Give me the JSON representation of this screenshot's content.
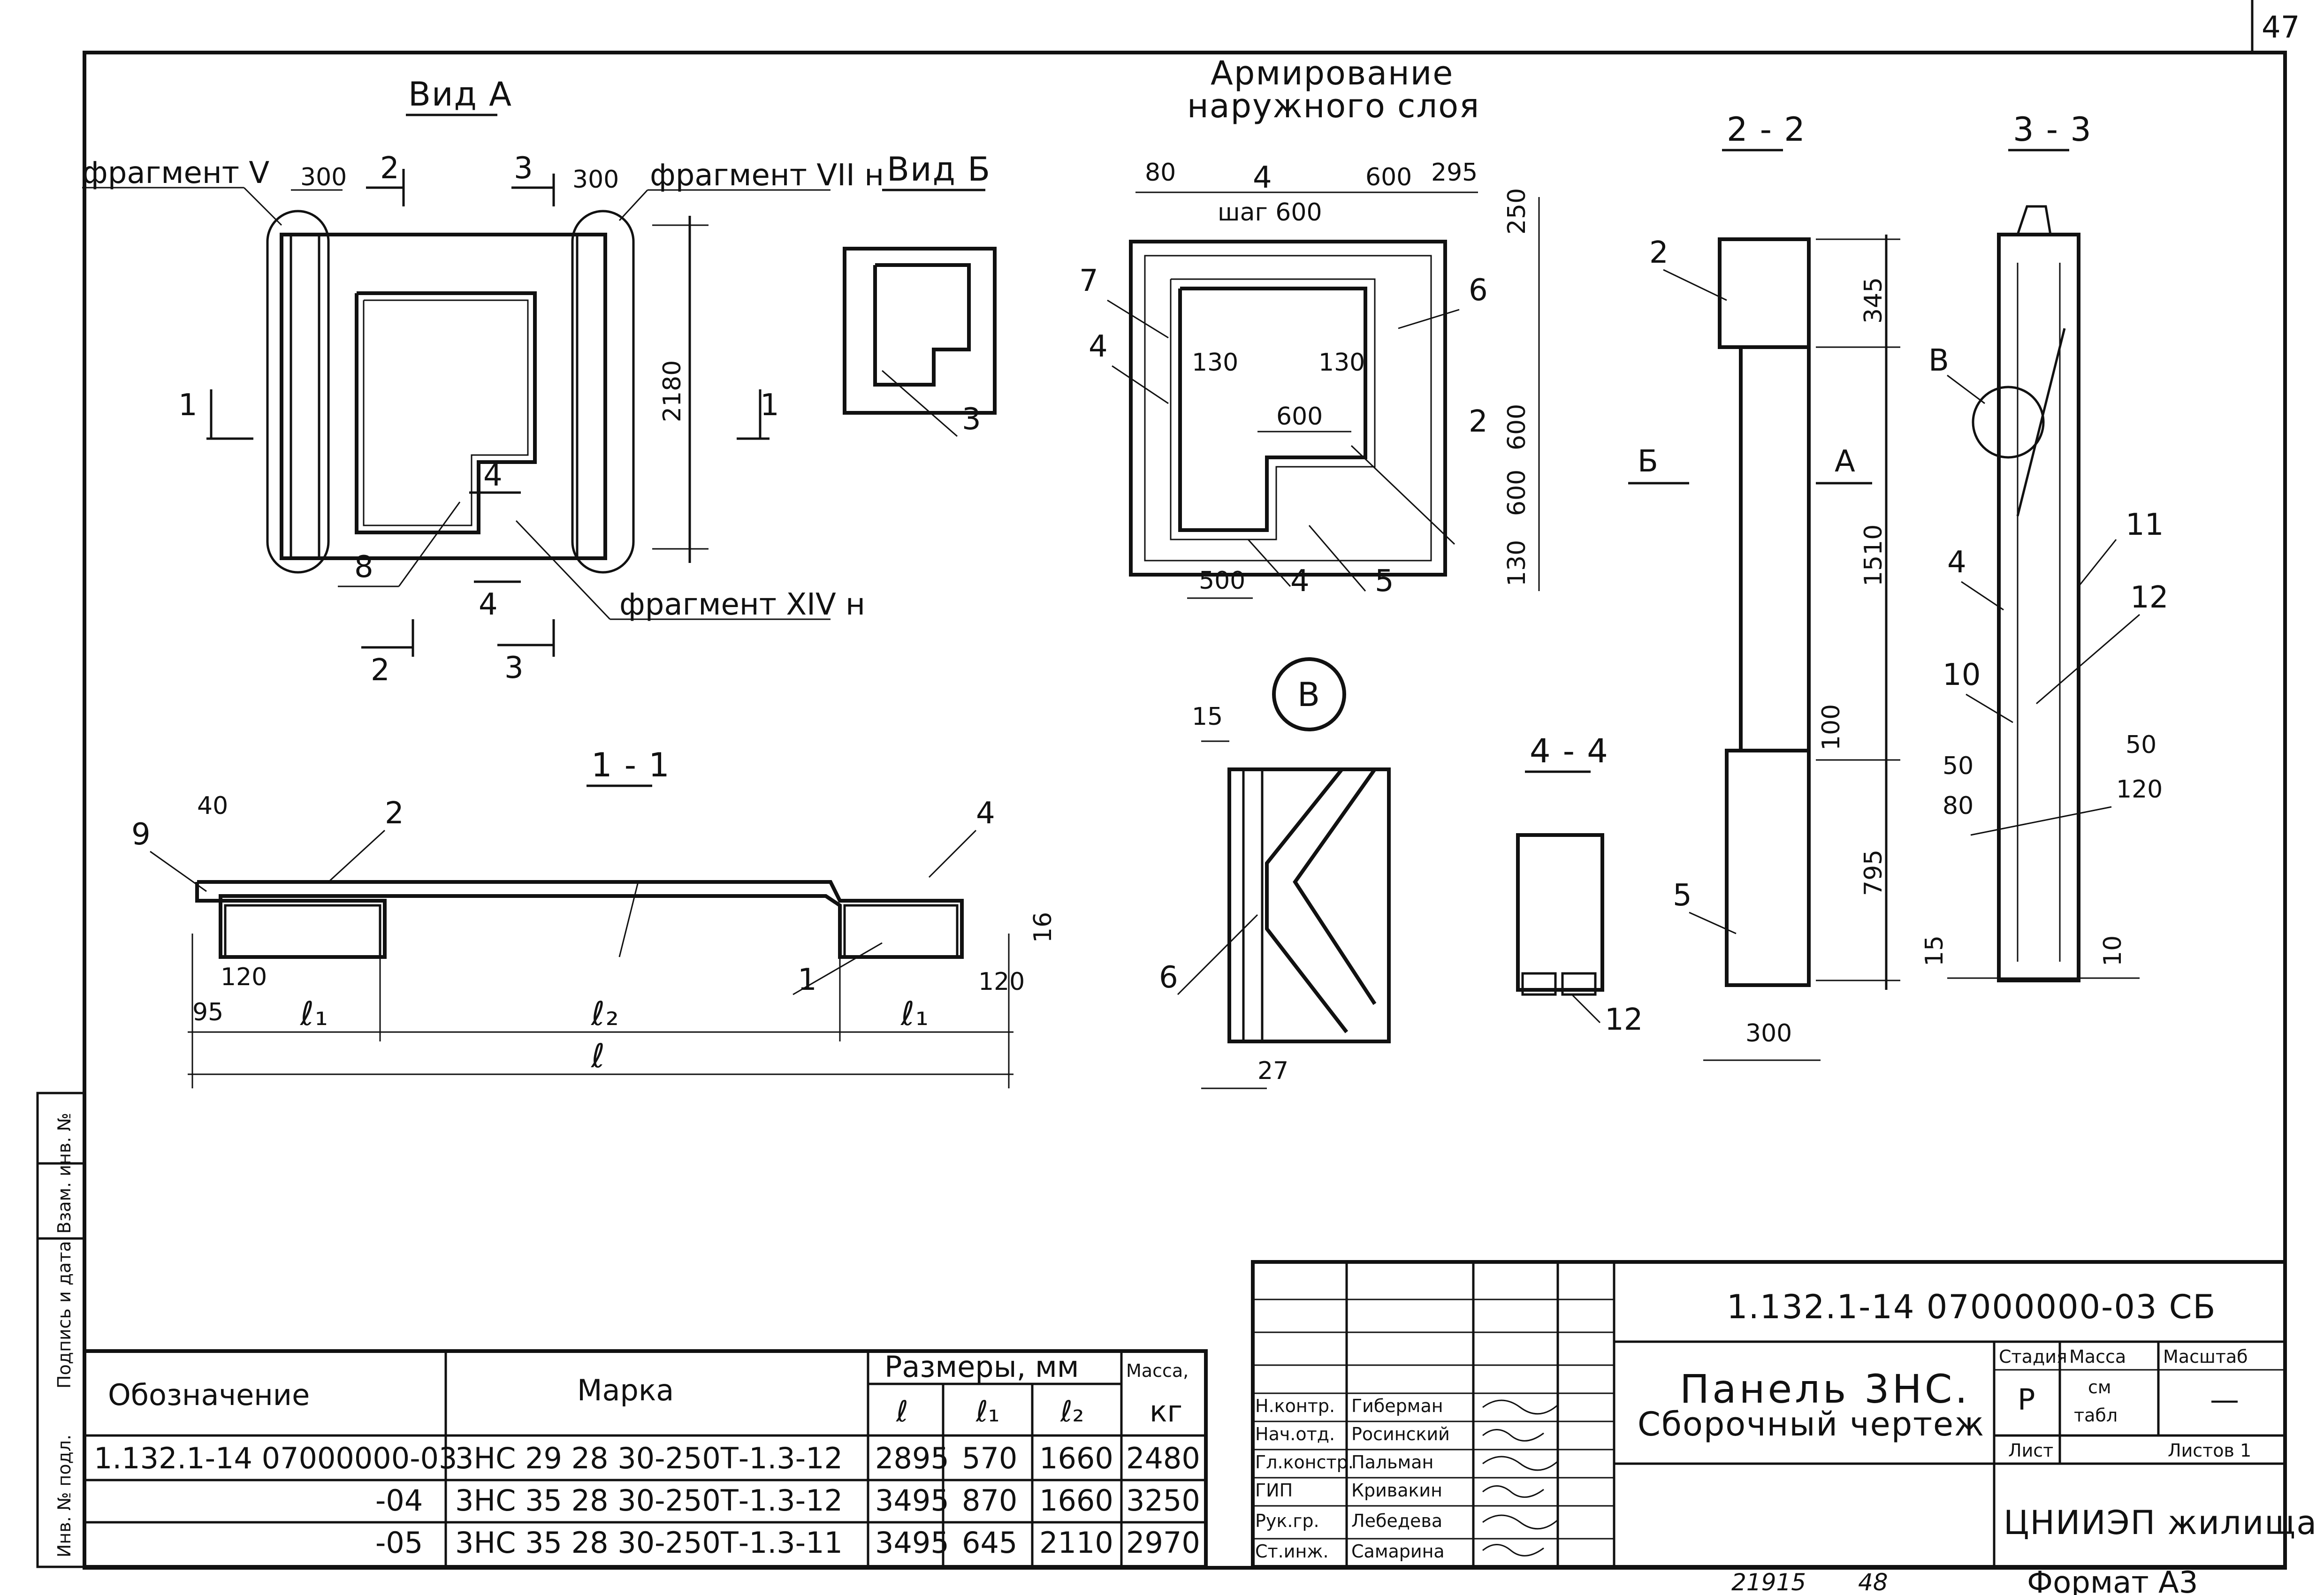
{
  "page_number": "47",
  "views": {
    "vid_a": "Вид А",
    "vid_b": "Вид Б",
    "armirovanie_line1": "Армирование",
    "armirovanie_line2": "наружного слоя",
    "sec_1_1": "1 - 1",
    "sec_2_2": "2 - 2",
    "sec_3_3": "3 - 3",
    "sec_4_4": "4 - 4",
    "node_v": "В"
  },
  "callouts": {
    "frag_v": "фрагмент V",
    "frag_vii": "фрагмент VII н",
    "frag_xiv": "фрагмент XIV н"
  },
  "labels": {
    "n1": "1",
    "n2": "2",
    "n3": "3",
    "n4": "4",
    "n5": "5",
    "n6": "6",
    "n7": "7",
    "n8": "8",
    "n9": "9",
    "n10": "10",
    "n11": "11",
    "n12": "12",
    "letter_b": "Б",
    "letter_a": "А",
    "letter_v": "В",
    "l": "ℓ",
    "l1": "ℓ₁",
    "l2": "ℓ₂"
  },
  "dims": {
    "d300": "300",
    "d2180": "2180",
    "d80": "80",
    "d600": "600",
    "d295": "295",
    "shag": "шаг 600",
    "d250": "250",
    "d130": "130",
    "d500": "500",
    "d345": "345",
    "d1510": "1510",
    "d100": "100",
    "d795": "795",
    "d15": "15",
    "d27": "27",
    "d40": "40",
    "d120": "120",
    "d95": "95",
    "d16": "16",
    "d50": "50",
    "d10": "10"
  },
  "spec_table": {
    "headers": {
      "oboznachenie": "Обозначение",
      "marka": "Марка",
      "razmery": "Размеры, мм",
      "massa": "Масса,",
      "massa_unit": "кг",
      "l": "ℓ",
      "l1": "ℓ₁",
      "l2": "ℓ₂"
    },
    "rows": [
      {
        "oboz": "1.132.1-14 07000000-03",
        "marka": "3НС 29 28 30-250Т-1.3-12",
        "l": "2895",
        "l1": "570",
        "l2": "1660",
        "mass": "2480"
      },
      {
        "oboz": "-04",
        "marka": "3НС 35 28 30-250Т-1.3-12",
        "l": "3495",
        "l1": "870",
        "l2": "1660",
        "mass": "3250"
      },
      {
        "oboz": "-05",
        "marka": "3НС 35 28 30-250Т-1.3-11",
        "l": "3495",
        "l1": "645",
        "l2": "2110",
        "mass": "2970"
      }
    ]
  },
  "title_block": {
    "code": "1.132.1-14 07000000-03 СБ",
    "title_line1": "Панель 3НС.",
    "title_line2": "Сборочный чертеж",
    "stadiya_label": "Стадия",
    "massa_label": "Масса",
    "masshtab_label": "Масштаб",
    "stadiya": "Р",
    "massa_val_1": "см",
    "massa_val_2": "табл",
    "masshtab": "—",
    "list_label": "Лист",
    "listov_label": "Листов 1",
    "org": "ЦНИИЭП жилища",
    "signers": [
      {
        "role": "Н.контр.",
        "name": "Гиберман"
      },
      {
        "role": "Нач.отд.",
        "name": "Росинский"
      },
      {
        "role": "Гл.констр.",
        "name": "Пальман"
      },
      {
        "role": "ГИП",
        "name": "Кривакин"
      },
      {
        "role": "Рук.гр.",
        "name": "Лебедева"
      },
      {
        "role": "Ст.инж.",
        "name": "Самарина"
      }
    ]
  },
  "footer": {
    "num": "21915",
    "num2": "48",
    "format": "Формат А3"
  },
  "side_stamp": {
    "inv": "Инв. № подл.",
    "sign_date": "Подпись и дата",
    "vzam": "Взам. инв. №"
  }
}
